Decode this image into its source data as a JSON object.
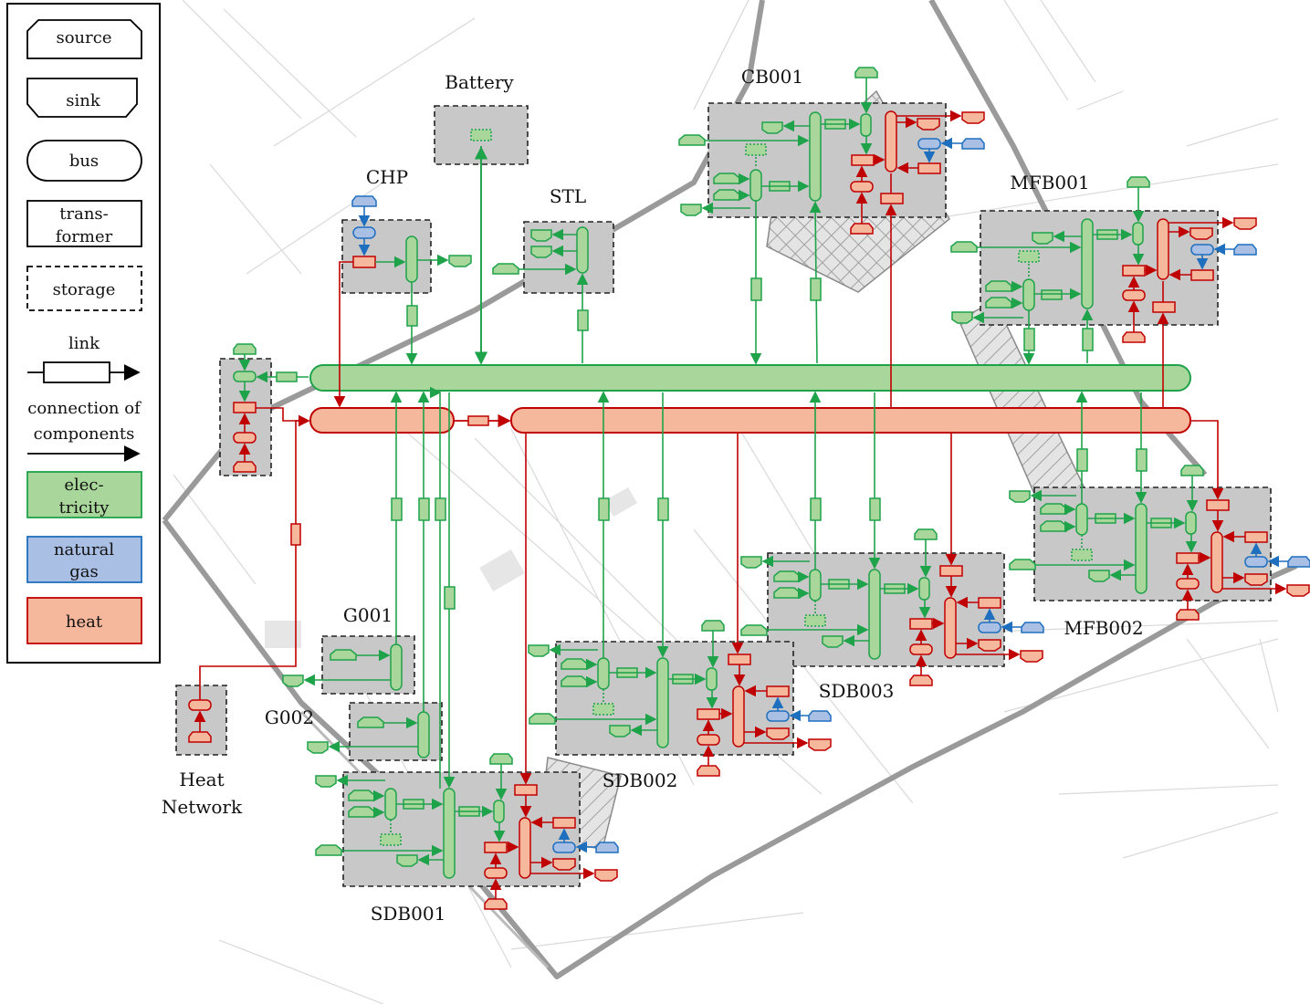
{
  "legend": {
    "source": "source",
    "sink": "sink",
    "bus": "bus",
    "transformer_1": "trans-",
    "transformer_2": "former",
    "storage": "storage",
    "link": "link",
    "connection_1": "connection of",
    "connection_2": "components",
    "electricity_1": "elec-",
    "electricity_2": "tricity",
    "natural_gas_1": "natural",
    "natural_gas_2": "gas",
    "heat": "heat"
  },
  "colors": {
    "electricity_fill": "#a8d69b",
    "electricity_line": "#1fa34a",
    "natural_gas_fill": "#a9bfe4",
    "natural_gas_line": "#1f6fbf",
    "heat_fill": "#f6b89c",
    "heat_line": "#c00000",
    "subsystem_fill": "#c8c8c8"
  },
  "labels": {
    "battery": "Battery",
    "chp": "CHP",
    "stl": "STL",
    "cb001": "CB001",
    "mfb001": "MFB001",
    "mfb002": "MFB002",
    "g001": "G001",
    "g002": "G002",
    "heat_network_1": "Heat",
    "heat_network_2": "Network",
    "sdb001": "SDB001",
    "sdb002": "SDB002",
    "sdb003": "SDB003"
  }
}
